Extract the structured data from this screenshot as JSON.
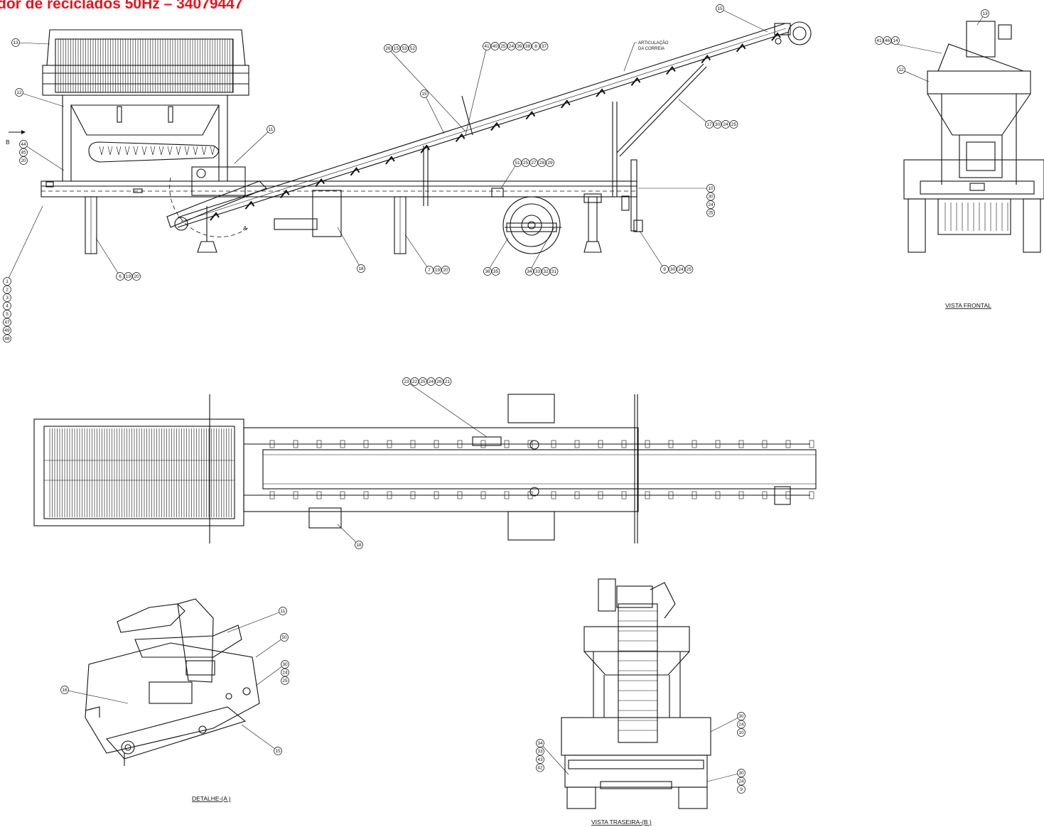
{
  "title": "dor de reciclados 50Hz – 34079447",
  "colors": {
    "title": "#e8141c",
    "line": "#111111",
    "background": "#ffffff"
  },
  "labels": {
    "articulation_line1": "ARTICULAÇÃO",
    "articulation_line2": "DA CORREIA",
    "detail_a_letter": "A",
    "view_b_letter": "B"
  },
  "captions": {
    "front_view": "VISTA FRONTAL",
    "detail_a": "DETALHE-(A )",
    "rear_view": "VISTA TRASEIRA-(B )"
  },
  "callout_groups": [
    {
      "id": "g13-side",
      "numbers": [
        "13"
      ]
    },
    {
      "id": "g12-side",
      "numbers": [
        "12"
      ]
    },
    {
      "id": "g44",
      "numbers": [
        "44",
        "45",
        "20"
      ]
    },
    {
      "id": "g1",
      "numbers": [
        "1",
        "2",
        "3",
        "4",
        "5",
        "47",
        "49",
        "48"
      ]
    },
    {
      "id": "g11-side",
      "numbers": [
        "11"
      ]
    },
    {
      "id": "g6",
      "numbers": [
        "6",
        "19",
        "20"
      ]
    },
    {
      "id": "g26",
      "numbers": [
        "26",
        "15",
        "53",
        "52"
      ]
    },
    {
      "id": "g15-mid",
      "numbers": [
        "15"
      ]
    },
    {
      "id": "g41",
      "numbers": [
        "41",
        "40",
        "25",
        "24",
        "39",
        "38",
        "8",
        "37"
      ]
    },
    {
      "id": "g15-top",
      "numbers": [
        "15"
      ]
    },
    {
      "id": "g17",
      "numbers": [
        "17",
        "30",
        "24",
        "25"
      ]
    },
    {
      "id": "g51",
      "numbers": [
        "51",
        "25",
        "27",
        "28",
        "29"
      ]
    },
    {
      "id": "g10-side",
      "numbers": [
        "10",
        "30",
        "24",
        "25"
      ]
    },
    {
      "id": "g18-side",
      "numbers": [
        "18"
      ]
    },
    {
      "id": "g7",
      "numbers": [
        "7",
        "19",
        "20"
      ]
    },
    {
      "id": "g36",
      "numbers": [
        "36",
        "35"
      ]
    },
    {
      "id": "g34-side",
      "numbers": [
        "34",
        "33",
        "32",
        "31"
      ]
    },
    {
      "id": "g9-side",
      "numbers": [
        "9",
        "30",
        "24",
        "25"
      ]
    },
    {
      "id": "g13-front",
      "numbers": [
        "13"
      ]
    },
    {
      "id": "g41-front",
      "numbers": [
        "41",
        "46",
        "14"
      ]
    },
    {
      "id": "g12-front",
      "numbers": [
        "12"
      ]
    },
    {
      "id": "g23",
      "numbers": [
        "23",
        "22",
        "25",
        "24",
        "26",
        "21"
      ]
    },
    {
      "id": "g18-top",
      "numbers": [
        "18"
      ]
    },
    {
      "id": "g11-det",
      "numbers": [
        "11"
      ]
    },
    {
      "id": "g50",
      "numbers": [
        "50"
      ]
    },
    {
      "id": "g30-det",
      "numbers": [
        "30",
        "24",
        "25"
      ]
    },
    {
      "id": "g16",
      "numbers": [
        "16"
      ]
    },
    {
      "id": "g15-det",
      "numbers": [
        "15"
      ]
    },
    {
      "id": "g30-rear-a",
      "numbers": [
        "30",
        "24",
        "10"
      ]
    },
    {
      "id": "g34-rear",
      "numbers": [
        "34",
        "33",
        "43",
        "42"
      ]
    },
    {
      "id": "g30-rear-b",
      "numbers": [
        "30",
        "24",
        "9"
      ]
    }
  ]
}
